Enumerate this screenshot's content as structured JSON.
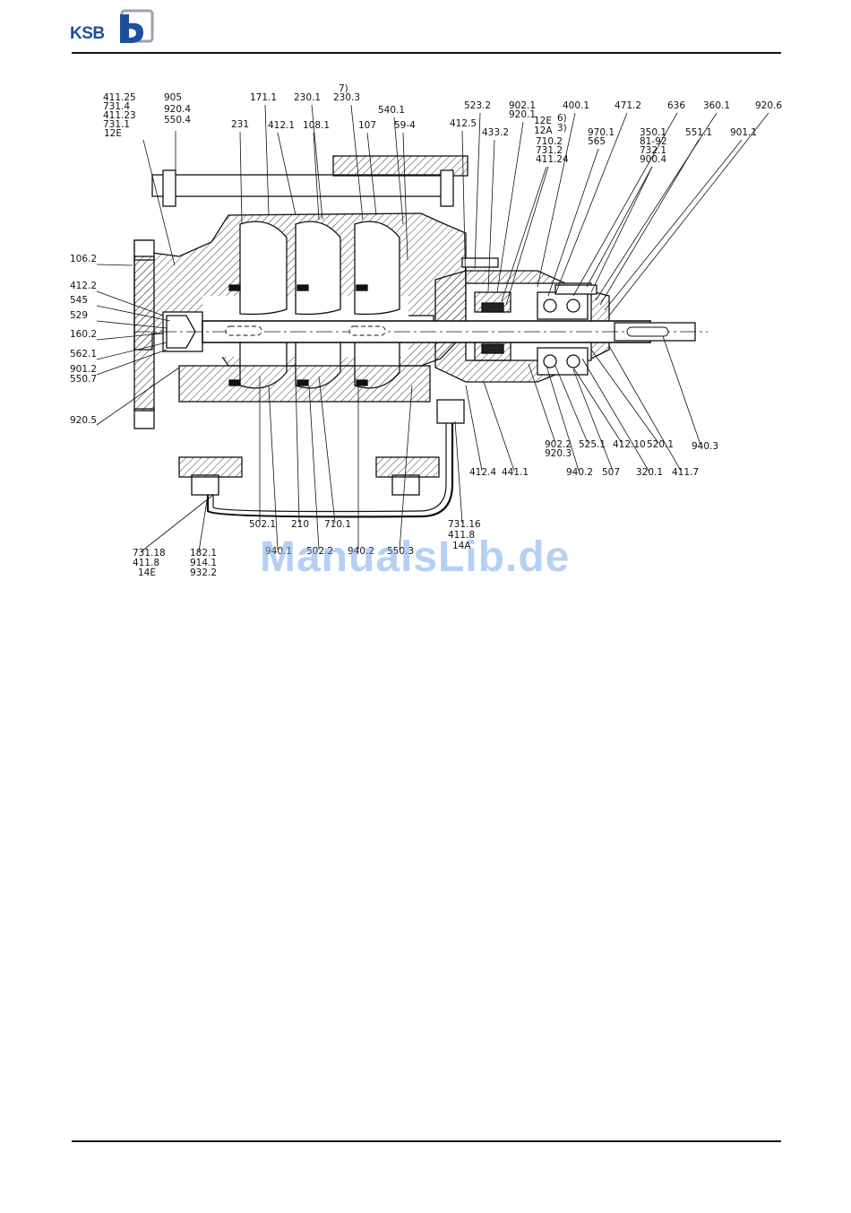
{
  "header": {
    "logo_text": "KSB",
    "brand_color": "#1d4f9c"
  },
  "watermark": "ManualsLib.de",
  "diagram": {
    "labels": [
      "411.25",
      "731.4",
      "411.23",
      "731.1",
      "12E",
      "905",
      "920.4",
      "550.4",
      "171.1",
      "230.1",
      "7)",
      "230.3",
      "231",
      "412.1",
      "108.1",
      "540.1",
      "107",
      "59-4",
      "523.2",
      "902.1",
      "920.1",
      "412.5",
      "433.2",
      "12E",
      "6)",
      "12A",
      "3)",
      "710.2",
      "731.2",
      "411.24",
      "400.1",
      "970.1",
      "565",
      "471.2",
      "636",
      "350.1",
      "81-92",
      "732.1",
      "900.4",
      "360.1",
      "551.1",
      "901.1",
      "920.6",
      "106.2",
      "412.2",
      "545",
      "529",
      "160.2",
      "562.1",
      "901.2",
      "550.7",
      "920.5",
      "902.2",
      "920.3",
      "525.1",
      "412.10",
      "520.1",
      "940.3",
      "940.2",
      "507",
      "320.1",
      "411.7",
      "412.4",
      "441.1",
      "731.16",
      "411.8",
      "14A",
      "502.1",
      "210",
      "710.1",
      "731.18",
      "411.8",
      "14E",
      "182.1",
      "914.1",
      "932.2",
      "940.1",
      "502.2",
      "940.2",
      "550.3"
    ]
  }
}
